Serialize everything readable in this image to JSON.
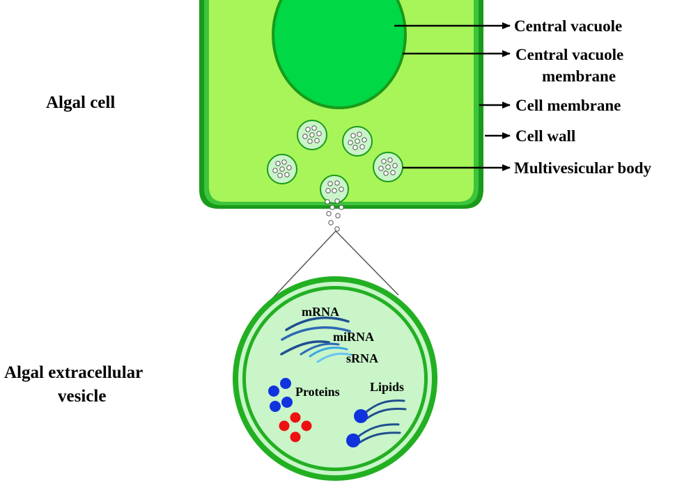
{
  "labels": {
    "algal_cell": "Algal cell",
    "algal_ev_line1": "Algal extracellular",
    "algal_ev_line2": "vesicle",
    "central_vacuole": "Central vacuole",
    "central_vacuole_membrane_line1": "Central vacuole",
    "central_vacuole_membrane_line2": "membrane",
    "cell_membrane": "Cell membrane",
    "cell_wall": "Cell wall",
    "multivesicular_body": "Multivesicular body",
    "mrna": "mRNA",
    "mirna": "miRNA",
    "srna": "sRNA",
    "proteins": "Proteins",
    "lipids": "Lipids"
  },
  "colors": {
    "cell_wall": "#1a9a1a",
    "cell_membrane": "#38c038",
    "cytoplasm": "#a8f55a",
    "vacuole": "#00d845",
    "vacuole_membrane": "#1a9a1a",
    "mvb_fill": "#c9f5c9",
    "vesicle_fill": "#c9f5c9",
    "rna_dark": "#1f4f8f",
    "rna_light": "#3aa6e6",
    "protein_blue": "#1133dd",
    "protein_red": "#ee1111",
    "lipid_head": "#1133dd"
  }
}
